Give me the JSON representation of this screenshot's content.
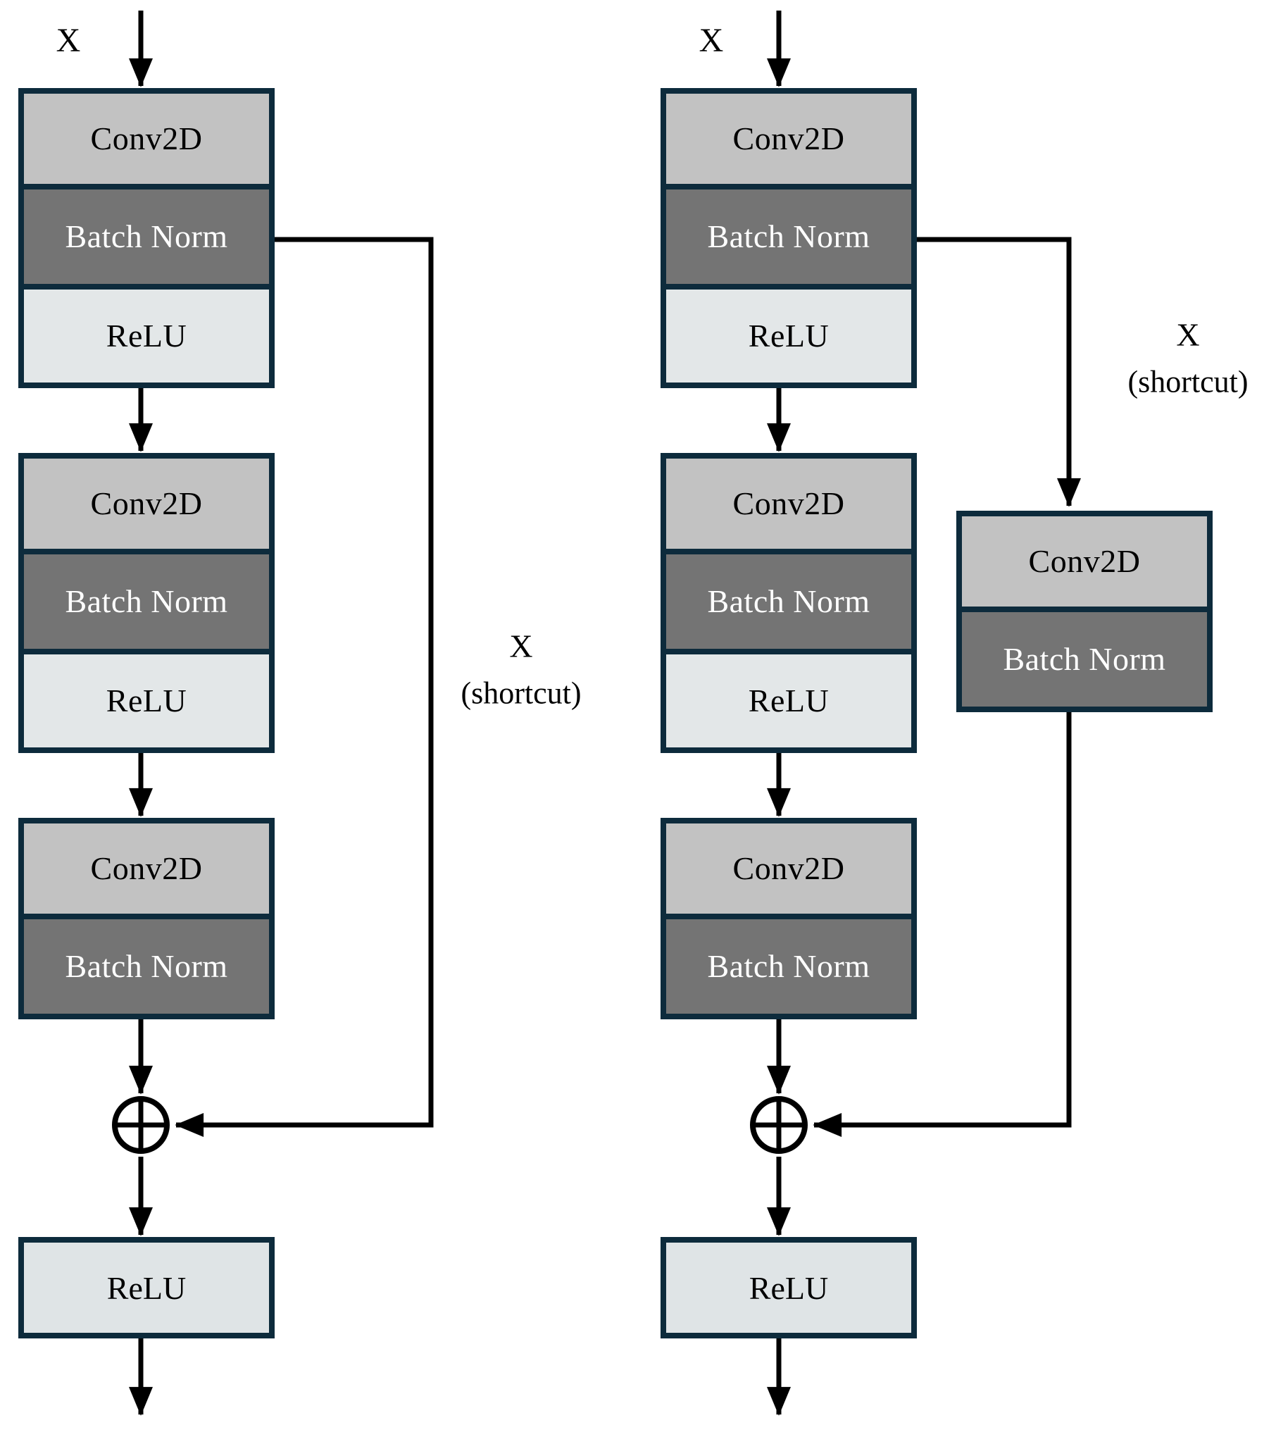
{
  "figure": {
    "title": "Residual block diagrams: identity shortcut (left) and projection shortcut with Conv2D + Batch Norm (right)",
    "colors": {
      "border": "#0d2b3c",
      "conv_fill": "#c2c2c2",
      "bn_fill": "#747474",
      "bn_text": "#ffffff",
      "relu_fill": "#e3e7e8",
      "relu_out_fill": "#dfe4e6",
      "line": "#000000",
      "background": "#ffffff"
    },
    "icons": {
      "add_operator": "circle-plus"
    },
    "left": {
      "input_label": "X",
      "stack1_rows": [
        "Conv2D",
        "Batch Norm",
        "ReLU"
      ],
      "stack2_rows": [
        "Conv2D",
        "Batch Norm",
        "ReLU"
      ],
      "stack3_rows": [
        "Conv2D",
        "Batch Norm"
      ],
      "shortcut_label": {
        "line1": "X",
        "line2": "(shortcut)"
      },
      "output_label": "ReLU"
    },
    "right": {
      "input_label": "X",
      "stack1_rows": [
        "Conv2D",
        "Batch Norm",
        "ReLU"
      ],
      "stack2_rows": [
        "Conv2D",
        "Batch Norm",
        "ReLU"
      ],
      "stack3_rows": [
        "Conv2D",
        "Batch Norm"
      ],
      "shortcut_block_rows": [
        "Conv2D",
        "Batch Norm"
      ],
      "shortcut_label": {
        "line1": "X",
        "line2": "(shortcut)"
      },
      "output_label": "ReLU"
    }
  }
}
